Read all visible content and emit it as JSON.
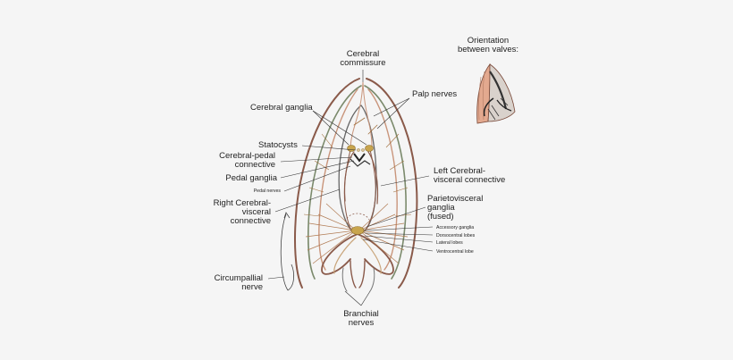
{
  "colors": {
    "background": "#f5f5f5",
    "nerve_dark": "#8a5a4a",
    "nerve_brown": "#a0703f",
    "nerve_pink": "#c9957b",
    "nerve_green": "#7b8a6c",
    "nerve_tan": "#c9a57b",
    "nerve_gray": "#666666",
    "ganglion": "#c8a54e",
    "shell": "#e3a98f",
    "leader": "#333333"
  },
  "labels": {
    "cerebral_commissure": [
      "Cerebral",
      "commissure"
    ],
    "orientation": [
      "Orientation",
      "between valves:"
    ],
    "palp_nerves": "Palp nerves",
    "cerebral_ganglia": "Cerebral ganglia",
    "statocysts": "Statocysts",
    "cerebral_pedal": [
      "Cerebral-pedal",
      "connective"
    ],
    "pedal_ganglia": "Pedal ganglia",
    "pedal_nerves": "Pedal nerves",
    "left_cerebral_visceral": [
      "Left Cerebral-",
      "visceral connective"
    ],
    "right_cerebral_visceral": [
      "Right Cerebral-",
      "visceral",
      "connective"
    ],
    "parietovisceral": [
      "Parietovisceral",
      "ganglia",
      "(fused)"
    ],
    "accessory_ganglia": "Accessory ganglia",
    "dorsocentral_lobes": "Dorsocentral lobes",
    "lateral_lobes": "Lateral lobes",
    "ventrocentral_lobe": "Ventrocentral lobe",
    "circumpallial": [
      "Circumpallial",
      "nerve"
    ],
    "branchial": [
      "Branchial",
      "nerves"
    ]
  }
}
